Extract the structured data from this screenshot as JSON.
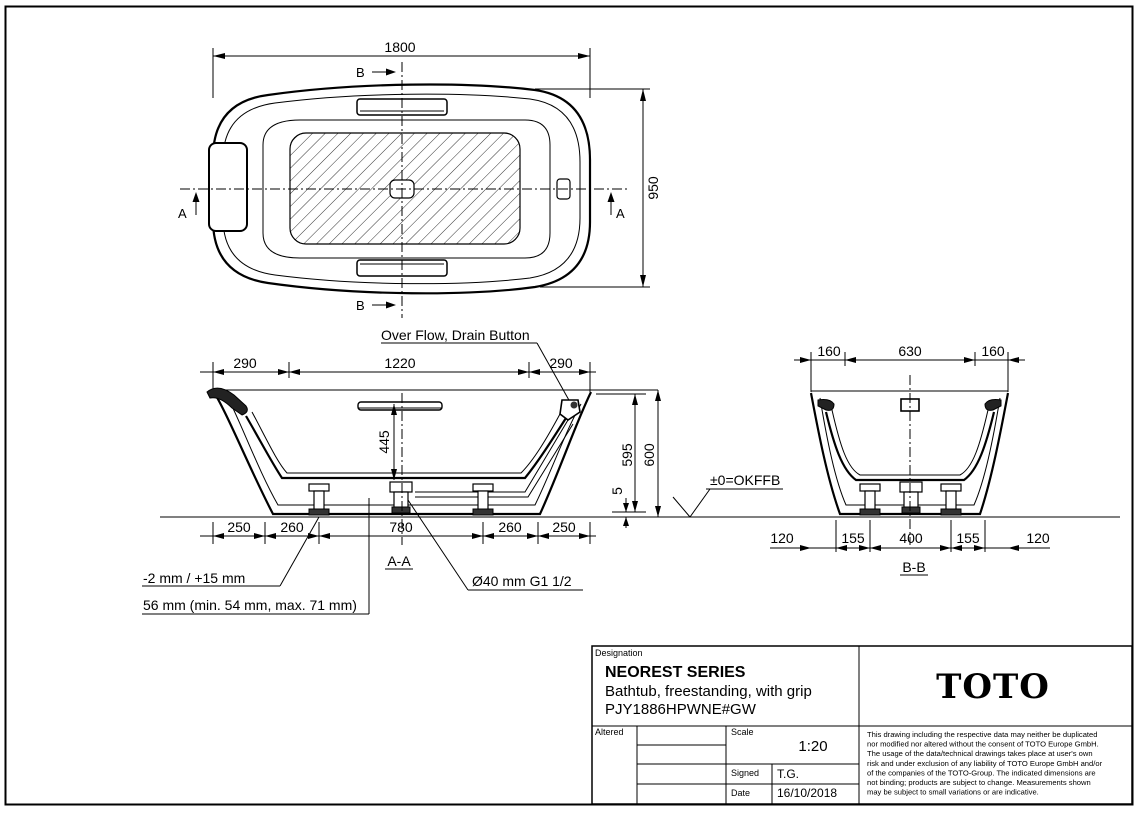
{
  "top_view": {
    "width": "1800",
    "depth": "950",
    "section_b": "B",
    "section_a": "A"
  },
  "section_aa": {
    "callout_overflow": "Over Flow, Drain Button",
    "dim_left": "290",
    "dim_middle": "1220",
    "dim_right": "290",
    "dim_445": "445",
    "dim_595": "595",
    "dim_600": "600",
    "dim_5": "5",
    "reference_level": "±0=OKFFB",
    "dim_250_left": "250",
    "dim_260_left": "260",
    "dim_780": "780",
    "dim_260_right": "260",
    "dim_250_right": "250",
    "title": "A-A",
    "note_adjust": "-2 mm / +15 mm",
    "note_height": "56 mm (min. 54 mm, max. 71 mm)",
    "note_drain": "Ø40 mm  G1 1/2"
  },
  "section_bb": {
    "dim_160_left": "160",
    "dim_630": "630",
    "dim_160_right": "160",
    "dim_120_left": "120",
    "dim_155_left": "155",
    "dim_400": "400",
    "dim_155_right": "155",
    "dim_120_right": "120",
    "title": "B-B"
  },
  "title_block": {
    "designation_label": "Designation",
    "series": "NEOREST SERIES",
    "description": "Bathtub, freestanding, with grip",
    "model": "PJY1886HPWNE#GW",
    "logo": "TOTO",
    "altered_label": "Altered",
    "scale_label": "Scale",
    "scale_value": "1:20",
    "signed_label": "Signed",
    "signed_value": "T.G.",
    "date_label": "Date",
    "date_value": "16/10/2018",
    "notice_lines": [
      "This drawing including the respective data may neither be duplicated",
      "nor modified nor altered without the consent of TOTO Europe GmbH.",
      "The usage of the data/technical drawings takes place at user's own",
      "risk and under exclusion of any liability of TOTO Europe GmbH and/or",
      "of the companies of the TOTO-Group. The indicated dimensions are",
      "not binding; products are subject to change. Measurements shown",
      "may be subject to small variations or are indicative."
    ]
  }
}
